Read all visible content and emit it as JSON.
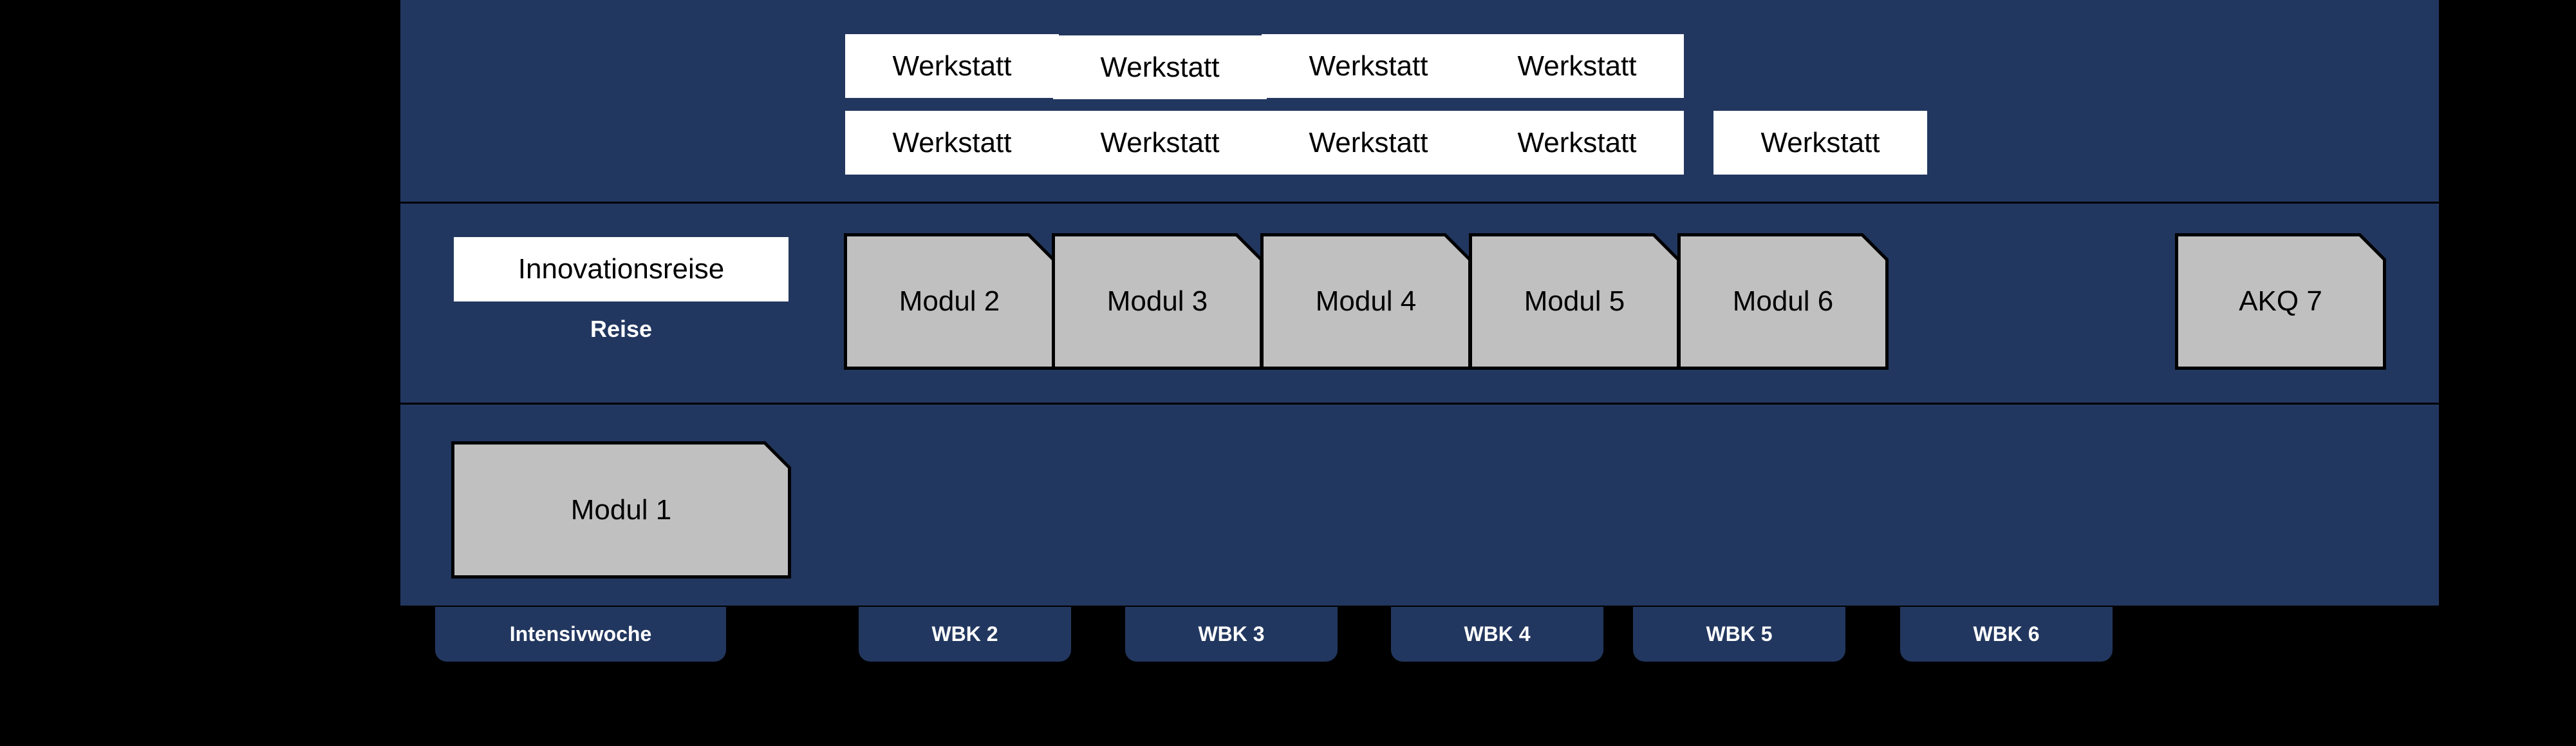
{
  "colors": {
    "board_blue": "#22375f",
    "card_white": "#ffffff",
    "module_gray": "#c0c0c0",
    "outline_black": "#000000",
    "background": "#000000"
  },
  "board": {
    "workshop_row_top": [
      {
        "label": "Werkstatt"
      },
      {
        "label": "Werkstatt"
      },
      {
        "label": "Werkstatt"
      },
      {
        "label": "Werkstatt"
      }
    ],
    "workshop_row_bottom": [
      {
        "label": "Werkstatt"
      },
      {
        "label": "Werkstatt"
      },
      {
        "label": "Werkstatt"
      },
      {
        "label": "Werkstatt"
      },
      {
        "label": "Werkstatt"
      }
    ],
    "journey": {
      "card_label": "Innovationsreise",
      "caption": "Reise"
    },
    "modules_middle_row": [
      {
        "label": "Modul 2"
      },
      {
        "label": "Modul 3"
      },
      {
        "label": "Modul 4"
      },
      {
        "label": "Modul 5"
      },
      {
        "label": "Modul 6"
      },
      {
        "label": "AKQ 7"
      }
    ],
    "modules_bottom_row": [
      {
        "label": "Modul 1"
      }
    ]
  },
  "tabs": [
    {
      "label": "Intensivwoche"
    },
    {
      "label": "WBK 2"
    },
    {
      "label": "WBK 3"
    },
    {
      "label": "WBK 4"
    },
    {
      "label": "WBK 5"
    },
    {
      "label": "WBK 6"
    }
  ]
}
